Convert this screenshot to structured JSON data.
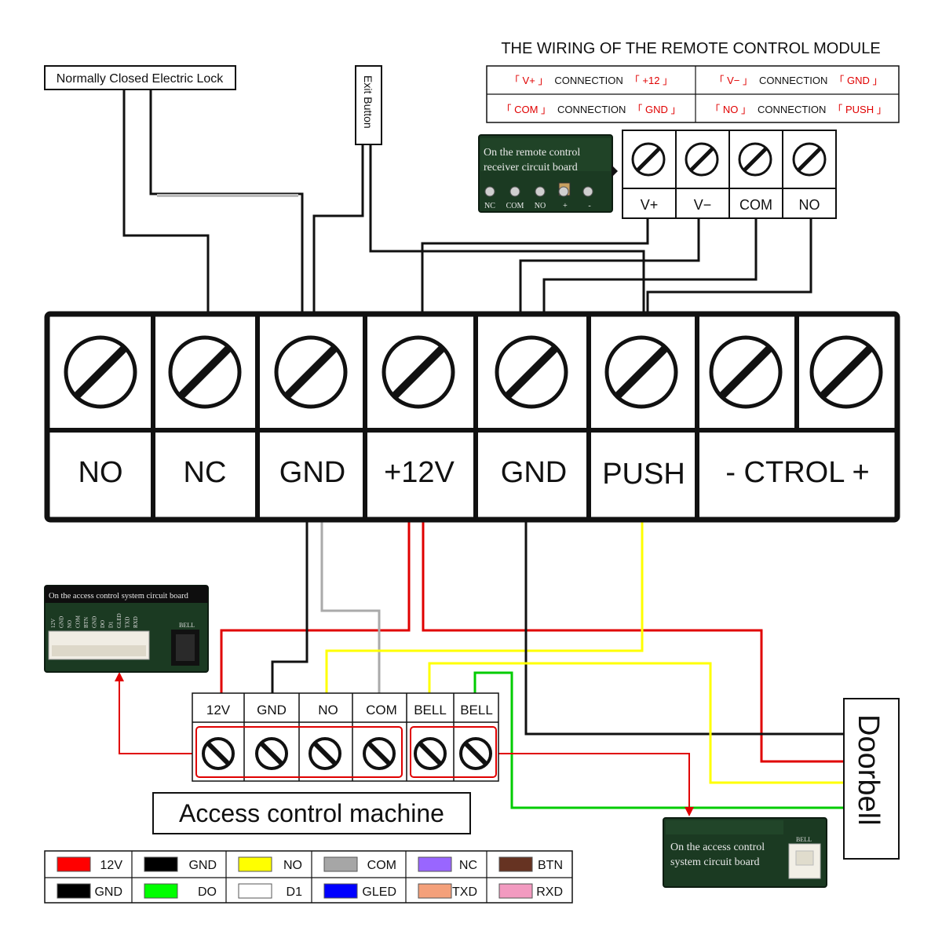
{
  "remote_module": {
    "title": "THE WIRING OF THE REMOTE CONTROL MODULE",
    "word": "CONNECTION",
    "rows": [
      [
        {
          "a": "「 V+ 」",
          "b": "「 +12 」"
        },
        {
          "a": "「 V− 」",
          "b": "「 GND 」"
        }
      ],
      [
        {
          "a": "「 COM 」",
          "b": "「 GND 」"
        },
        {
          "a": "「 NO 」",
          "b": "「 PUSH 」"
        }
      ]
    ],
    "receiver_photo_caption": [
      "On the remote control",
      "receiver circuit board"
    ],
    "receiver_pins": [
      "NC",
      "COM",
      "NO",
      "+",
      "-"
    ],
    "terminals": [
      "V+",
      "V−",
      "COM",
      "NO"
    ]
  },
  "labels": {
    "lock": "Normally Closed Electric Lock",
    "exit_button": "Exit Button",
    "doorbell": "Doorbell",
    "machine": "Access control machine",
    "access_photo_top_caption": "On the access control system circuit board",
    "access_photo_pins": [
      "12V",
      "GND",
      "NO",
      "COM",
      "BTN",
      "GND",
      "DO",
      "D1",
      "GLED",
      "TXD",
      "RXD"
    ],
    "access_photo_bell": "BELL",
    "access_photo_bottom_caption": [
      "On the access control",
      "system circuit board"
    ]
  },
  "main_terminals": [
    "NO",
    "NC",
    "GND",
    "+12V",
    "GND",
    "PUSH",
    "- CTROL +"
  ],
  "machine_terminals": [
    "12V",
    "GND",
    "NO",
    "COM",
    "BELL",
    "BELL"
  ],
  "legend": [
    [
      {
        "label": "12V",
        "color": "#ff0000"
      },
      {
        "label": "GND",
        "color": "#000000"
      },
      {
        "label": "NO",
        "color": "#ffff00"
      },
      {
        "label": "COM",
        "color": "#a6a6a6"
      },
      {
        "label": "NC",
        "color": "#9966ff"
      },
      {
        "label": "BTN",
        "color": "#663322"
      }
    ],
    [
      {
        "label": "GND",
        "color": "#000000"
      },
      {
        "label": "DO",
        "color": "#00ff00"
      },
      {
        "label": "D1",
        "color": "#ffffff"
      },
      {
        "label": "GLED",
        "color": "#0000ff"
      },
      {
        "label": "TXD",
        "color": "#f4a07a"
      },
      {
        "label": "RXD",
        "color": "#f29ac0"
      }
    ]
  ],
  "colors": {
    "red_text": "#e00000",
    "wire_red": "#e00000",
    "wire_yellow": "#ffff00",
    "wire_green": "#00cc00",
    "wire_gray": "#aaaaaa",
    "board_green": "#1b3a22"
  }
}
